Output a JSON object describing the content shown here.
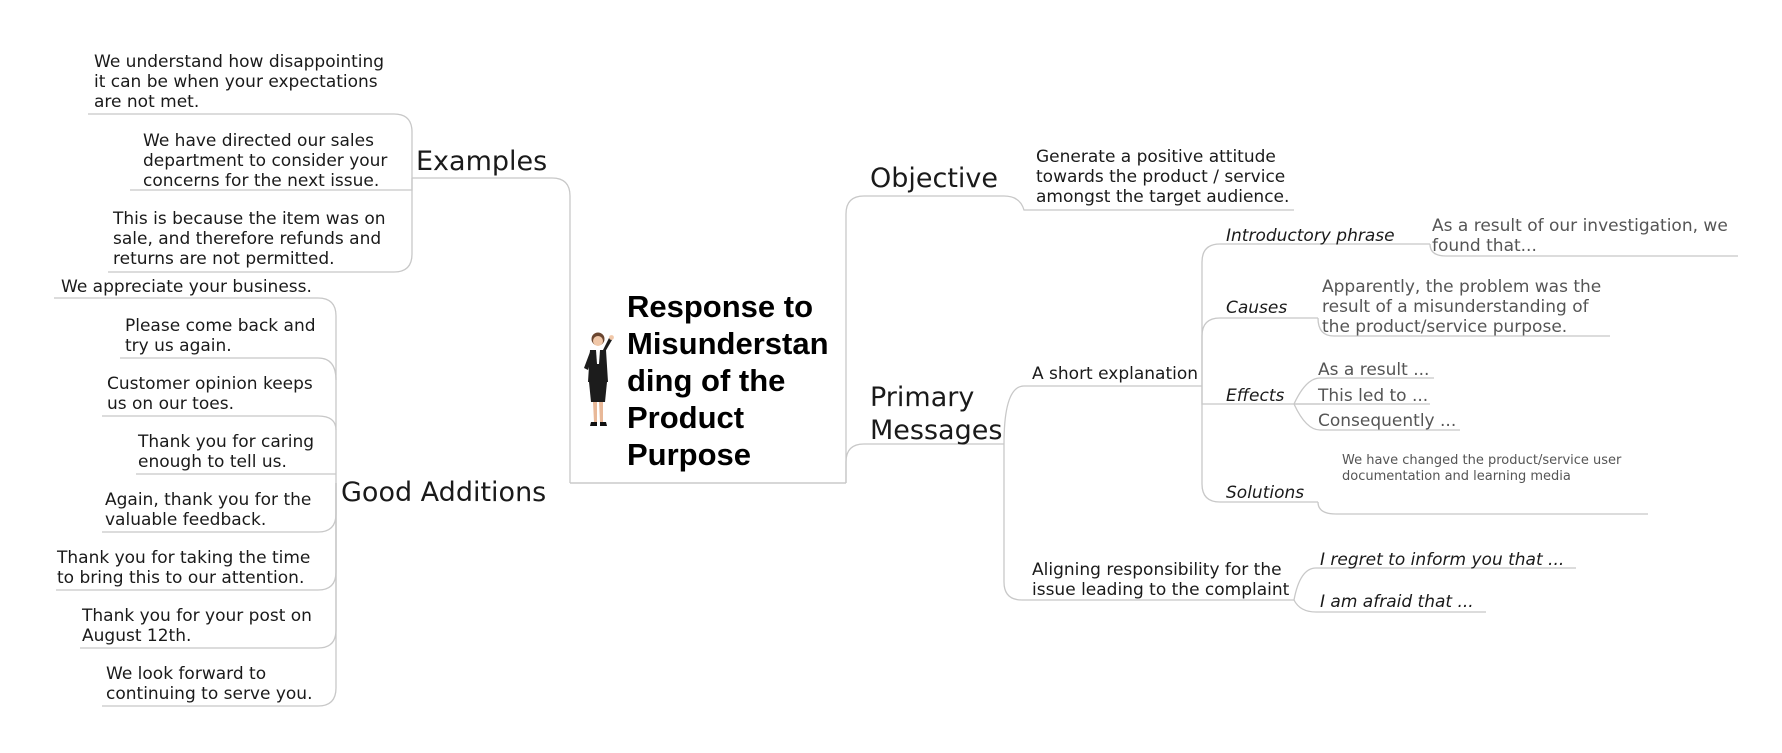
{
  "central": {
    "title": "Response to\nMisunderstan\nding of the\nProduct\nPurpose",
    "image": "businesswoman-presenting-icon"
  },
  "branches": {
    "examples": {
      "label": "Examples",
      "items": [
        "We understand how disappointing\nit can be when your expectations\nare not met.",
        "We have directed our sales\ndepartment to consider your\nconcerns for the next issue.",
        "This is because the item was on\nsale, and therefore refunds and\nreturns are not permitted."
      ]
    },
    "good_additions": {
      "label": "Good Additions",
      "items": [
        "We appreciate your business.",
        "Please come back and\ntry us again.",
        "Customer opinion keeps\nus on our toes.",
        "Thank you for caring\nenough to tell us.",
        "Again, thank you for the\nvaluable feedback.",
        "Thank you for taking the time\nto bring this to our attention.",
        "Thank you for your post on\nAugust 12th.",
        "We look forward to\ncontinuing to serve you."
      ]
    },
    "objective": {
      "label": "Objective",
      "text": "Generate a positive attitude\ntowards the product / service\namongst the target audience."
    },
    "primary_messages": {
      "label": "Primary\nMessages",
      "short_explanation": {
        "label": "A short explanation",
        "introductory_phrase": {
          "label": "Introductory phrase",
          "text": "As a result of our investigation, we\nfound that..."
        },
        "causes": {
          "label": "Causes",
          "text": "Apparently, the problem was the\nresult of a misunderstanding of\nthe product/service purpose."
        },
        "effects": {
          "label": "Effects",
          "items": [
            "As a result ...",
            "This led to ...",
            "Consequently ..."
          ]
        },
        "solutions": {
          "label": "Solutions",
          "text": "We have changed the product/service user\ndocumentation and learning media"
        }
      },
      "aligning": {
        "label": "Aligning responsibility for the\nissue leading to the complaint",
        "items": [
          "I regret to inform you that ...",
          "I am afraid that ..."
        ]
      }
    }
  },
  "colors": {
    "connector": "#c8c8c8",
    "text": "#1a1a1a",
    "secondary_text": "#555555"
  }
}
